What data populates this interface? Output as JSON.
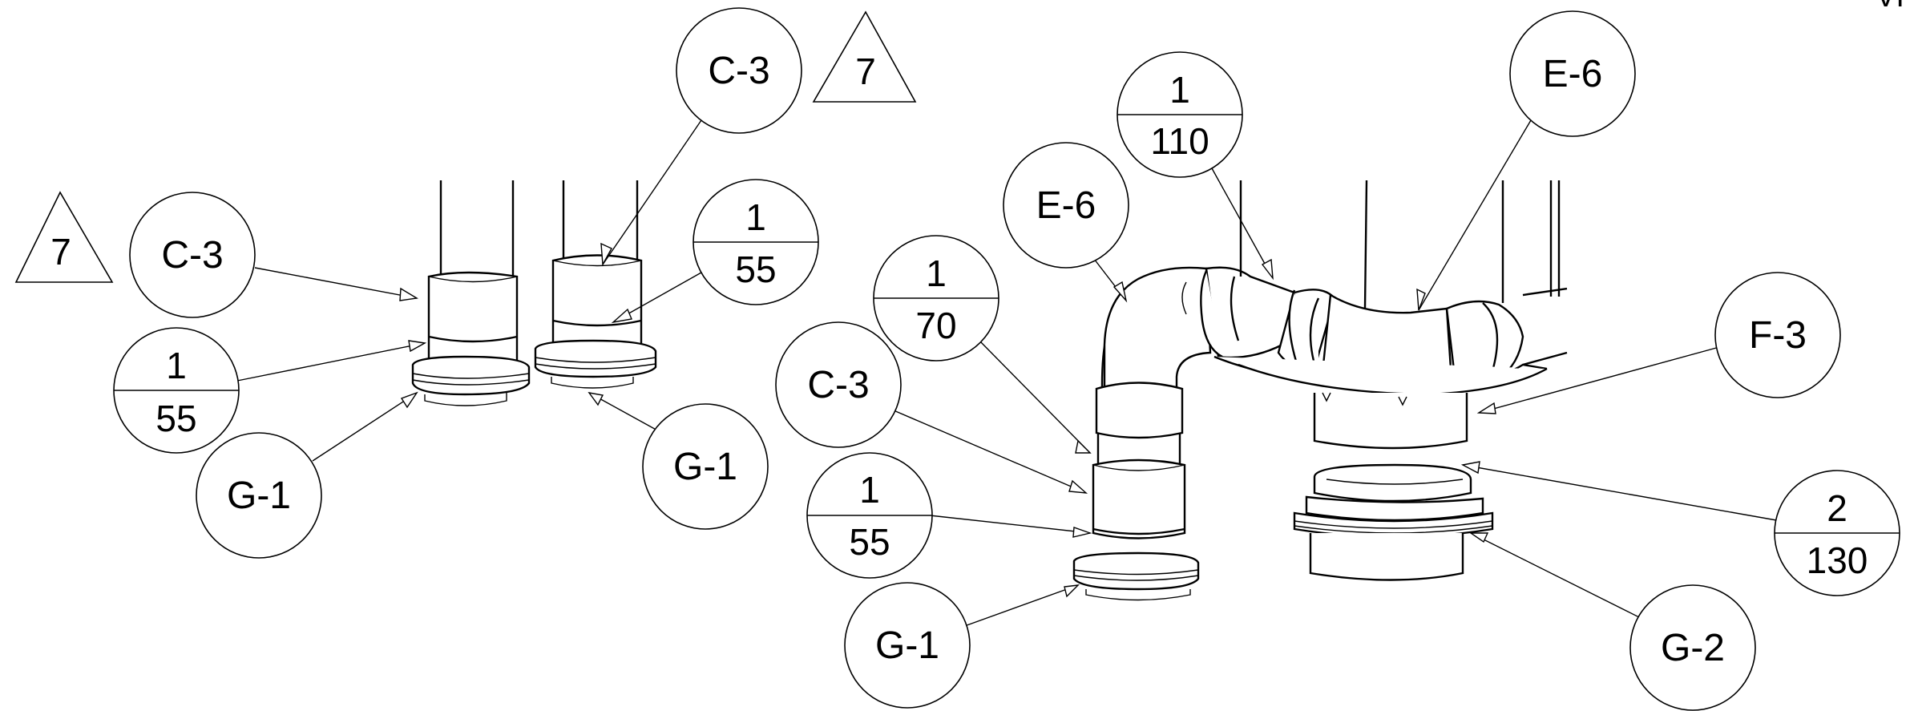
{
  "callouts": [
    {
      "id": "c1",
      "type": "single",
      "text": "C-3"
    },
    {
      "id": "c2",
      "type": "fraction",
      "top": "1",
      "bottom": "55"
    },
    {
      "id": "c3",
      "type": "single",
      "text": "G-1"
    },
    {
      "id": "c4",
      "type": "single",
      "text": "C-3"
    },
    {
      "id": "c5",
      "type": "fraction",
      "top": "1",
      "bottom": "55"
    },
    {
      "id": "c6",
      "type": "single",
      "text": "G-1"
    },
    {
      "id": "c7",
      "type": "single",
      "text": "E-6"
    },
    {
      "id": "c8",
      "type": "fraction",
      "top": "1",
      "bottom": "110"
    },
    {
      "id": "c9",
      "type": "single",
      "text": "E-6"
    },
    {
      "id": "c10",
      "type": "fraction",
      "top": "1",
      "bottom": "70"
    },
    {
      "id": "c11",
      "type": "single",
      "text": "C-3"
    },
    {
      "id": "c12",
      "type": "fraction",
      "top": "1",
      "bottom": "55"
    },
    {
      "id": "c13",
      "type": "single",
      "text": "G-1"
    },
    {
      "id": "c14",
      "type": "single",
      "text": "F-3"
    },
    {
      "id": "c15",
      "type": "fraction",
      "top": "2",
      "bottom": "130"
    },
    {
      "id": "c16",
      "type": "single",
      "text": "G-2"
    }
  ],
  "revision_triangles": [
    {
      "id": "t1",
      "text": "7"
    },
    {
      "id": "t2",
      "text": "7"
    }
  ],
  "corner_mark": "VI"
}
